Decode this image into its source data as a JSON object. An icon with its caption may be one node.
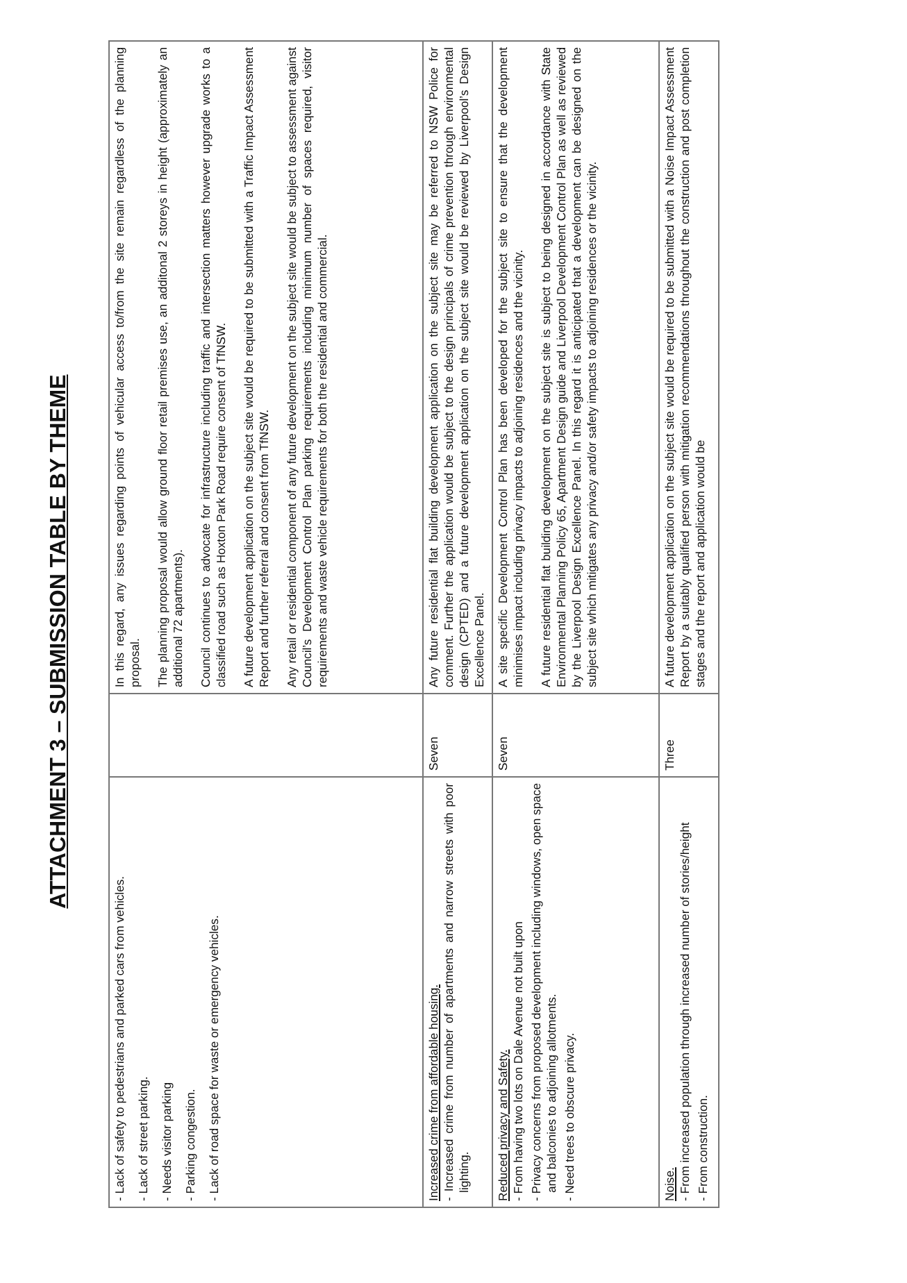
{
  "diagram": {
    "title": "ATTACHMENT 3 – SUBMISSION TABLE BY THEME",
    "labels": [
      "- Lack of safety to pedestrians and parked cars from vehicles.",
      "- Lack of street parking.",
      "- Needs visitor parking",
      "- Parking congestion.",
      "- Lack of road space for waste or emergency vehicles.",
      "In this regard, any issues regarding points of vehicular access to/from the site remain regardless of the planning proposal.",
      "The planning proposal would allow ground floor retail premises use, an additonal 2 storeys in height (approximately an additional 72 apartments).",
      "Council continues to advocate for infrastructure including traffic and intersection matters however upgrade works to a classified road such as Hoxton Park Road require consent of TfNSW.",
      "A future development application on the subject site would be required to be submitted with a Traffic Impact Assessment Report and further referral and consent from TfNSW.",
      "Any retail or residential component of any future development on the subject site would be subject to assessment against Council’s Development Control Plan parking requirements including minimum number of spaces required, visitor requirements and waste vehicle requirements for both the residential and commercial.",
      "Increased crime from affordable housing.",
      "- Increased crime from number of apartments and narrow streets with poor lighting.",
      "Seven",
      "Any future residential flat building development application on the subject site may be referred to NSW Police for comment. Further the application would be subject to the design principals of crime prevention through environmental design (CPTED) and a future development application on the subject site would be reviewed by Liverpool’s Design Excellence Panel.",
      "Reduced privacy and Safety.",
      "- From having two lots on Dale Avenue not built upon",
      "- Privacy concerns from proposed development including windows, open space and balconies to adjoining allotments.",
      "- Need trees to obscure privacy.",
      "Seven",
      "A site specific Development Control Plan has been developed for the subject site to ensure that the development minimises impact including privacy impacts to adjoining residences and the vicinity.",
      "A future residential flat building development on the subject site is subject to being designed in accordance with State Environmental Planning Policy 65, Apartment Design guide and Liverpool Development Control Plan as well as reviewed by the Liverpool Design Excellence Panel. In this regard it is anticipated that a development can be designed on the subject site which mitigates any privacy and/or safety impacts to adjoining residences or the vicinity.",
      "Noise.",
      "- From increased population through increased number of stories/height",
      "- From construction.",
      "Three",
      "A future development application on the subject site would be required to be submitted with a Noise Impact Assessment Report by a suitably qualified person with mitigation recommendations throughout the construction and post completion stages and the report and application would be"
    ]
  }
}
